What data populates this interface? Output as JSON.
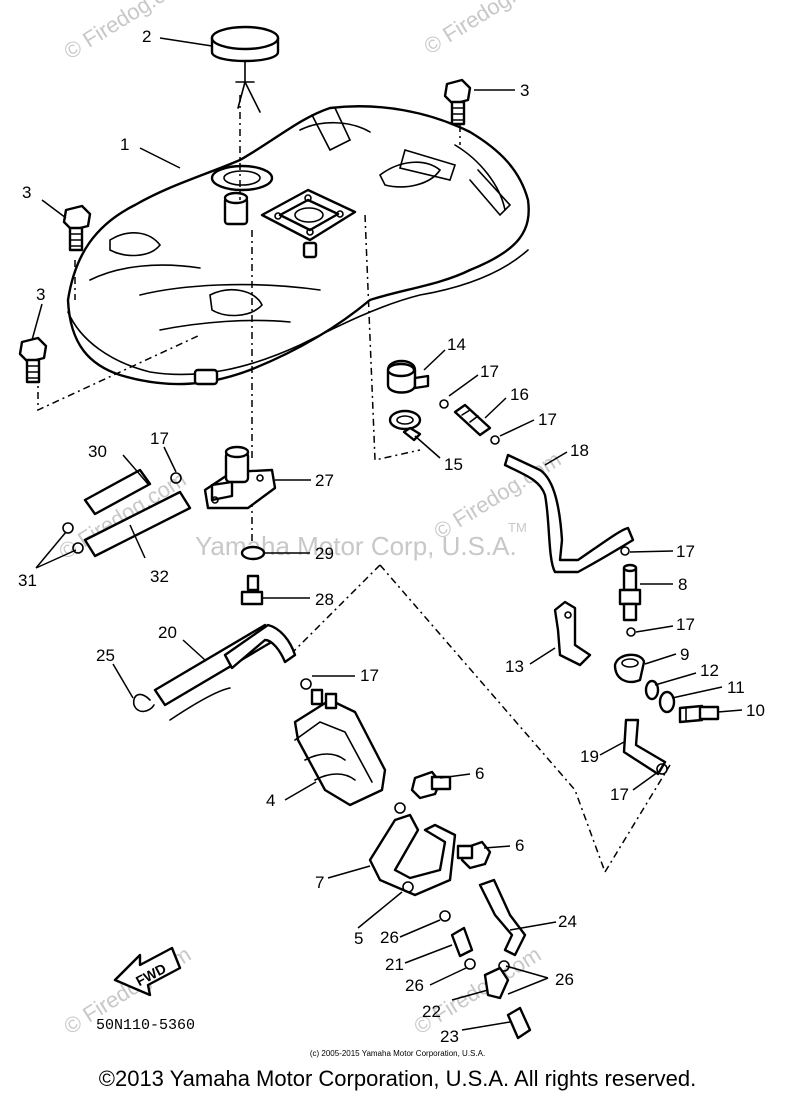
{
  "watermark": {
    "brand": "© Firedog.com",
    "trademark": "Yamaha Motor Corp, U.S.A.",
    "tm": "TM"
  },
  "diagram_code": "50N110-5360",
  "fwd_label": "FWD",
  "copyright_small": "(c) 2005-2015 Yamaha Motor Corporation, U.S.A.",
  "copyright_main": "©2013 Yamaha Motor Corporation, U.S.A. All rights reserved.",
  "callouts": [
    {
      "id": "c1",
      "text": "1"
    },
    {
      "id": "c2",
      "text": "2"
    },
    {
      "id": "c3a",
      "text": "3"
    },
    {
      "id": "c3b",
      "text": "3"
    },
    {
      "id": "c3c",
      "text": "3"
    },
    {
      "id": "c4",
      "text": "4"
    },
    {
      "id": "c5",
      "text": "5"
    },
    {
      "id": "c6a",
      "text": "6"
    },
    {
      "id": "c6b",
      "text": "6"
    },
    {
      "id": "c7",
      "text": "7"
    },
    {
      "id": "c8",
      "text": "8"
    },
    {
      "id": "c9",
      "text": "9"
    },
    {
      "id": "c10",
      "text": "10"
    },
    {
      "id": "c11",
      "text": "11"
    },
    {
      "id": "c12",
      "text": "12"
    },
    {
      "id": "c13",
      "text": "13"
    },
    {
      "id": "c14",
      "text": "14"
    },
    {
      "id": "c15",
      "text": "15"
    },
    {
      "id": "c16",
      "text": "16"
    },
    {
      "id": "c17a",
      "text": "17"
    },
    {
      "id": "c17b",
      "text": "17"
    },
    {
      "id": "c17c",
      "text": "17"
    },
    {
      "id": "c17d",
      "text": "17"
    },
    {
      "id": "c17e",
      "text": "17"
    },
    {
      "id": "c17f",
      "text": "17"
    },
    {
      "id": "c17g",
      "text": "17"
    },
    {
      "id": "c17h",
      "text": "17"
    },
    {
      "id": "c18",
      "text": "18"
    },
    {
      "id": "c19",
      "text": "19"
    },
    {
      "id": "c20",
      "text": "20"
    },
    {
      "id": "c21",
      "text": "21"
    },
    {
      "id": "c22",
      "text": "22"
    },
    {
      "id": "c23",
      "text": "23"
    },
    {
      "id": "c24",
      "text": "24"
    },
    {
      "id": "c25",
      "text": "25"
    },
    {
      "id": "c26a",
      "text": "26"
    },
    {
      "id": "c26b",
      "text": "26"
    },
    {
      "id": "c26c",
      "text": "26"
    },
    {
      "id": "c27",
      "text": "27"
    },
    {
      "id": "c28",
      "text": "28"
    },
    {
      "id": "c29",
      "text": "29"
    },
    {
      "id": "c30",
      "text": "30"
    },
    {
      "id": "c31",
      "text": "31"
    },
    {
      "id": "c32",
      "text": "32"
    }
  ]
}
